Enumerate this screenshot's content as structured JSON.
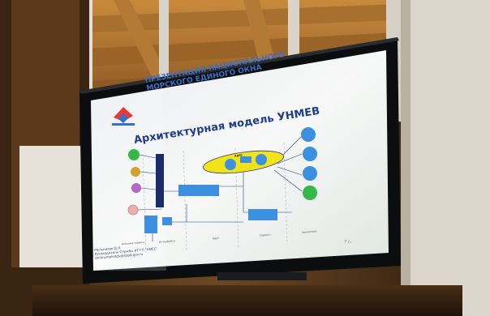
{
  "slide": {
    "title_lines": [
      "ПРЕЗЕНТАЦИЯ НАЦИОНАЛЬНОГО",
      "МОРСКОГО ЕДИНОГО ОКНА"
    ],
    "heading": "Архитектурная модель УНМЕВ",
    "footer_lines": [
      "Мельников Д.Л.",
      "Руководитель Службы ИТ ГП \"НМЕС\"",
      "dmitry.melnikov@sapd.gov.ru"
    ],
    "page_number": "7 /..",
    "column_labels": [
      "Внешние сервисы",
      "Интерфейсы",
      "Ядро",
      "Сервисы",
      "Хранилище"
    ],
    "core_label": "ЯДРО"
  },
  "colors": {
    "wall": "#5a3a1c",
    "screen_frame": "#0c0d0f",
    "slide_bg": "#f3f5f4",
    "title_blue": "#3a6fc4",
    "core_yellow": "#f2e21a",
    "node_blue": "#3d8fe0",
    "node_green": "#35b84a"
  }
}
